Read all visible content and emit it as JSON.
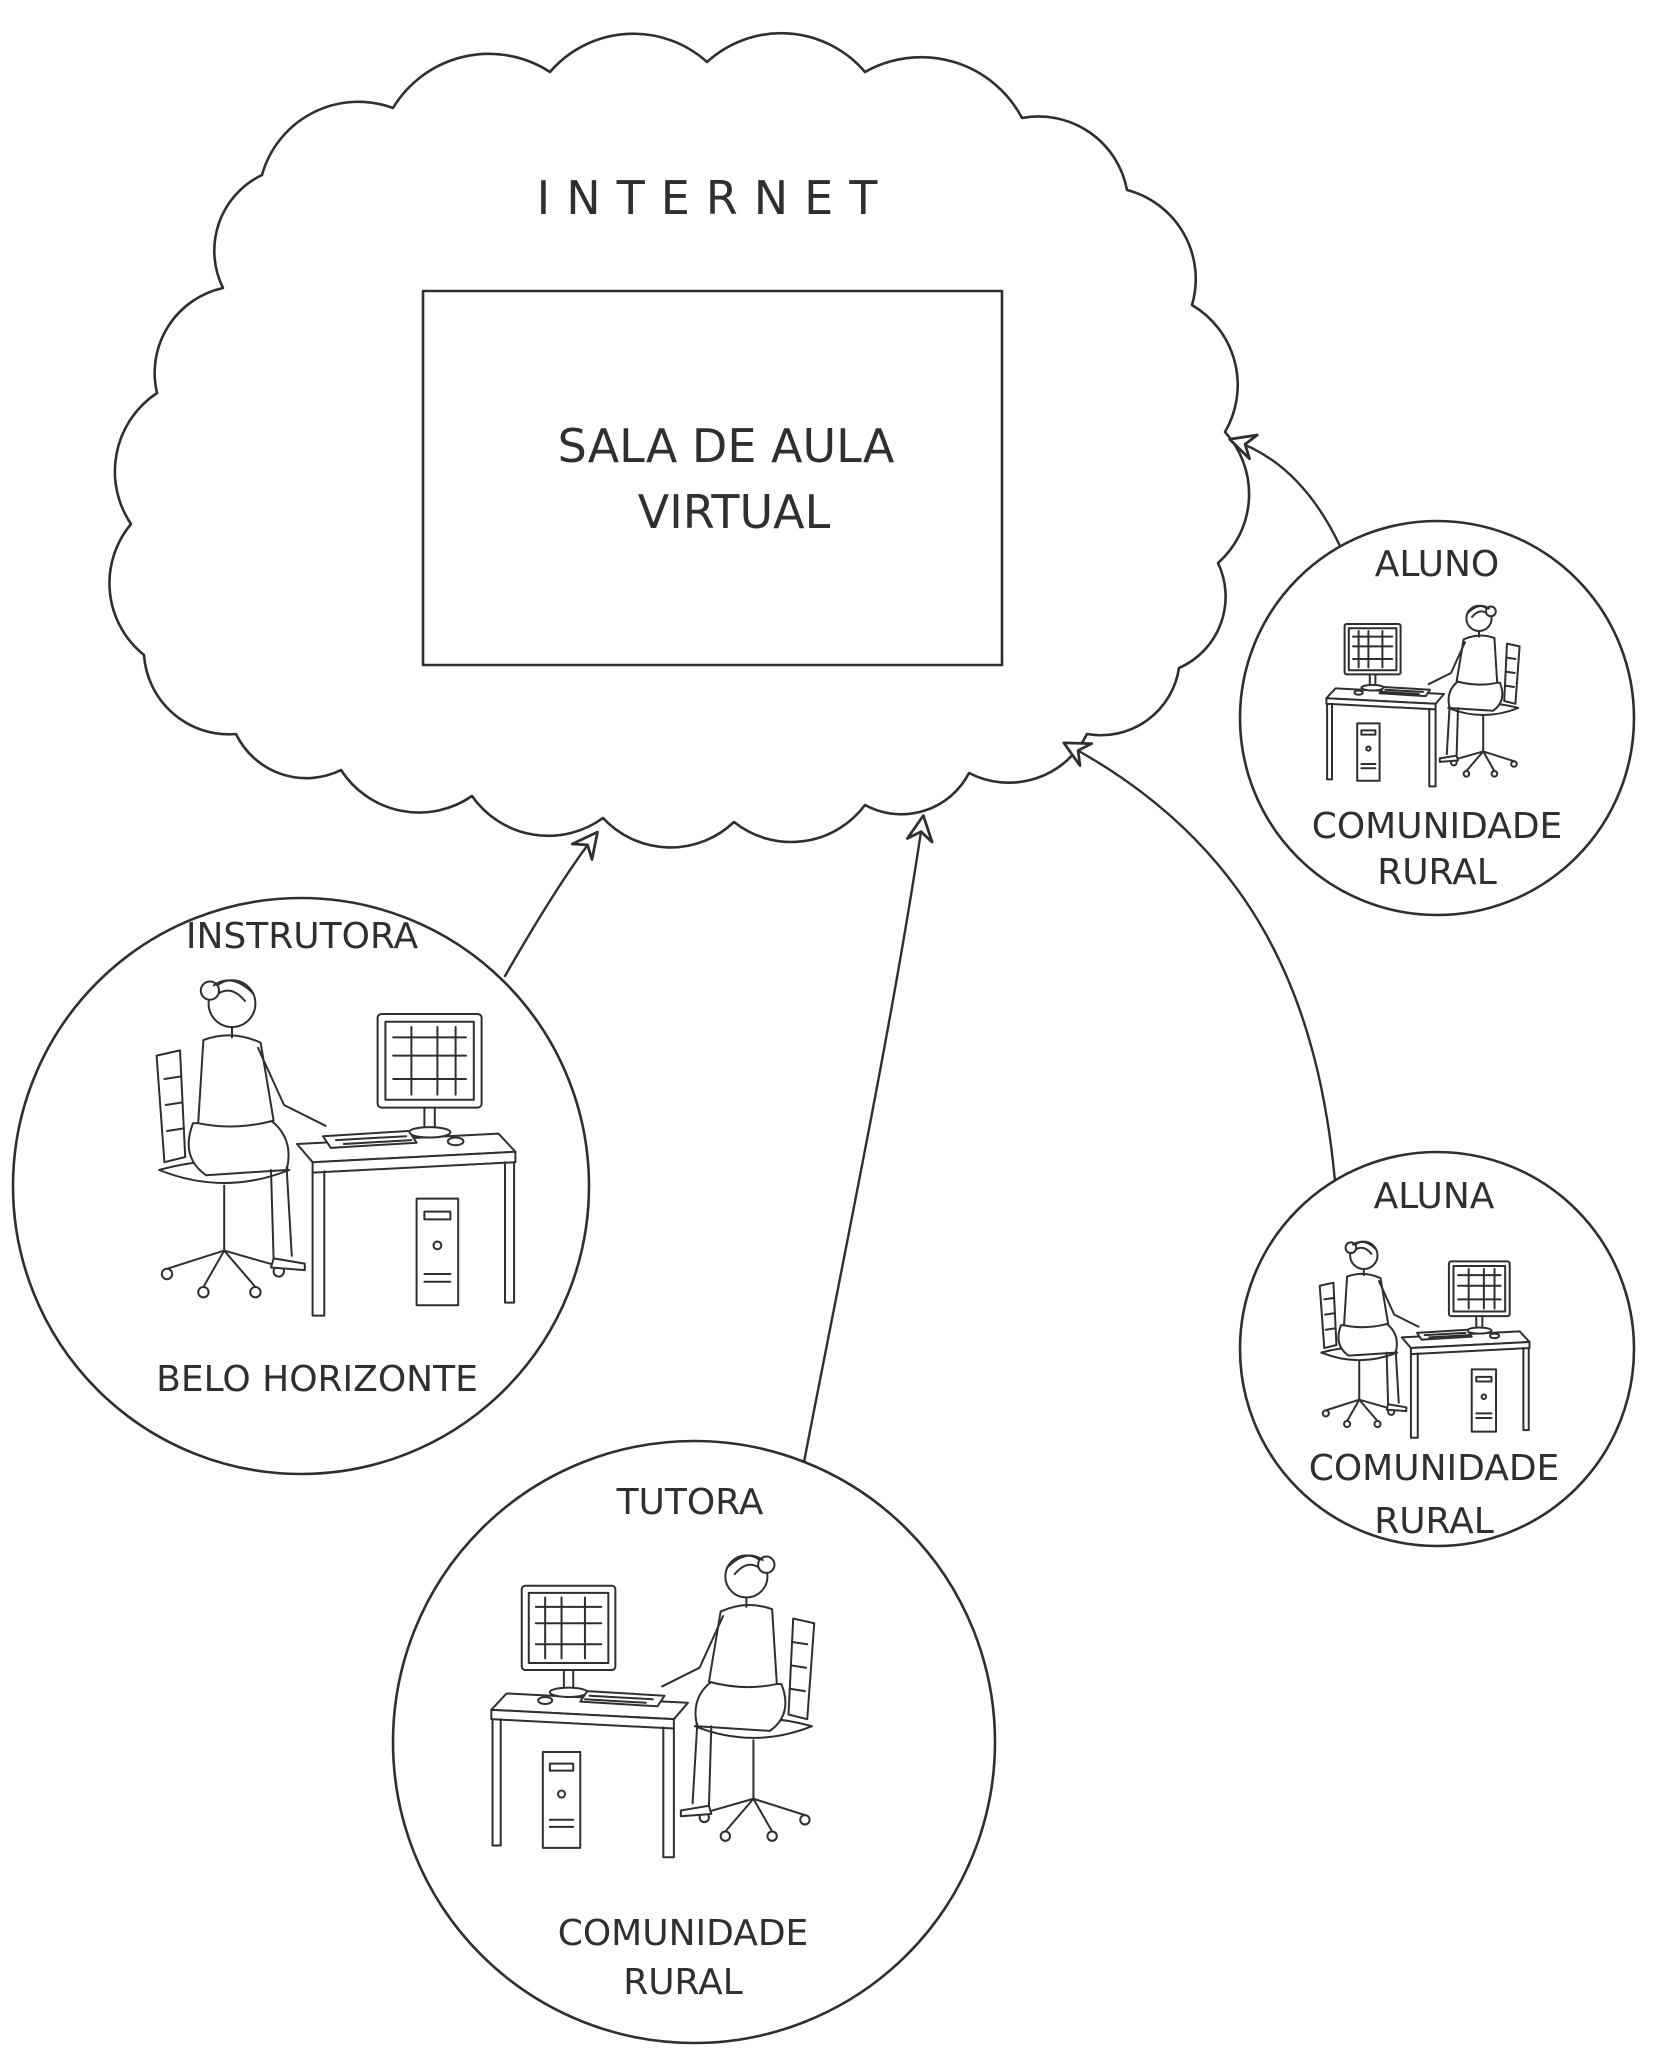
{
  "colors": {
    "ink": "#2f2f2f",
    "paper": "#ffffff"
  },
  "cloud": {
    "title": "INTERNET"
  },
  "virtual_classroom": {
    "line1": "SALA DE AULA",
    "line2": "VIRTUAL"
  },
  "nodes": {
    "aluno": {
      "role": "ALUNO",
      "place_line1": "COMUNIDADE",
      "place_line2": "RURAL",
      "drawing": "person-at-computer"
    },
    "instrutora": {
      "role": "INSTRUTORA",
      "place_line1": "BELO HORIZONTE",
      "drawing": "person-at-computer"
    },
    "aluna": {
      "role": "ALUNA",
      "place_line1": "COMUNIDADE",
      "place_line2": "RURAL",
      "drawing": "person-at-computer"
    },
    "tutora": {
      "role": "TUTORA",
      "place_line1": "COMUNIDADE",
      "place_line2": "RURAL",
      "drawing": "person-at-computer"
    }
  }
}
